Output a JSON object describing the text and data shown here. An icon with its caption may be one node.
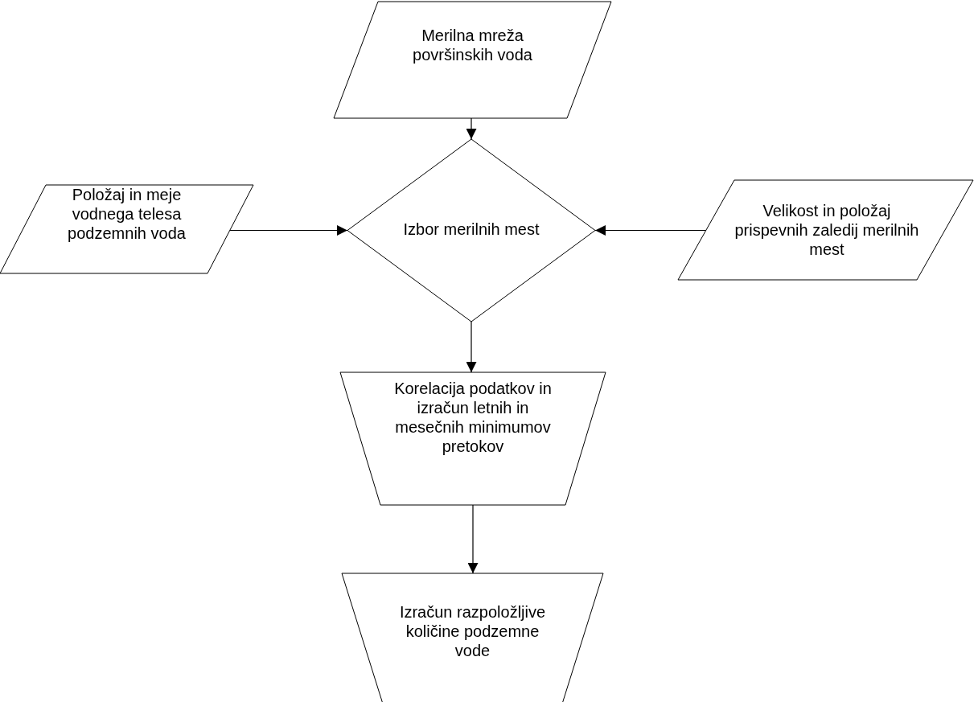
{
  "diagram": {
    "nodes": [
      {
        "text": [
          "Merilna mreža površinskih voda"
        ]
      },
      {
        "text": [
          "Izbor merilnih mest"
        ]
      },
      {
        "text": [
          "Položaj in meje vodnega telesa podzemnih voda"
        ]
      },
      {
        "text": [
          "Velikost in položaj prispevnih zaledij merilnih mest"
        ]
      },
      {
        "text": [
          "Korelacija podatkov in izračun letnih in mesečnih minimumov pretokov"
        ]
      },
      {
        "text": [
          "Izračun razpoložljive količine podzemne vode"
        ]
      }
    ],
    "edges": [
      {
        "from": 0,
        "to": 1,
        "arrow": "to"
      },
      {
        "from": 2,
        "to": 1,
        "arrow": "to"
      },
      {
        "from": 3,
        "to": 1,
        "arrow": "to"
      },
      {
        "from": 1,
        "to": 4,
        "arrow": "to"
      },
      {
        "from": 4,
        "to": 5,
        "arrow": "to"
      }
    ]
  }
}
